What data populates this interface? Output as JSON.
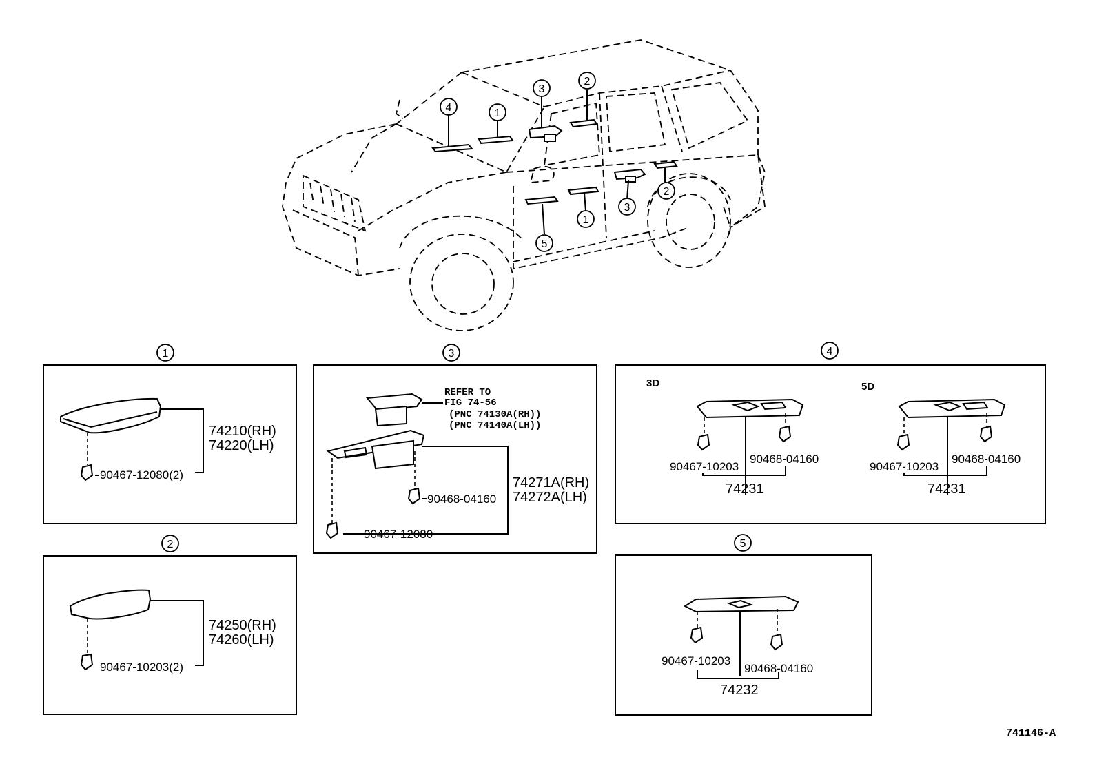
{
  "callouts": {
    "c1": "1",
    "c2": "2",
    "c3": "3",
    "c4": "4",
    "c5": "5"
  },
  "panel1": {
    "part_rh": "74210(RH)",
    "part_lh": "74220(LH)",
    "clip": "90467-12080(2)"
  },
  "panel2": {
    "part_rh": "74250(RH)",
    "part_lh": "74260(LH)",
    "clip": "90467-10203(2)"
  },
  "panel3": {
    "refer_line1": "REFER TO",
    "refer_line2": "FIG 74-56",
    "refer_line3": "(PNC 74130A(RH))",
    "refer_line4": "(PNC 74140A(LH))",
    "part_rh": "74271A(RH)",
    "part_lh": "74272A(LH)",
    "clip_a": "90468-04160",
    "clip_b": "90467-12080"
  },
  "panel4": {
    "variant_3d": "3D",
    "variant_5d": "5D",
    "clip_a_3d": "90467-10203",
    "clip_b_3d": "90468-04160",
    "part_3d": "74231",
    "clip_a_5d": "90467-10203",
    "clip_b_5d": "90468-04160",
    "part_5d": "74231"
  },
  "panel5": {
    "clip_a": "90467-10203",
    "clip_b": "90468-04160",
    "part": "74232"
  },
  "figure_code": "741146-A"
}
